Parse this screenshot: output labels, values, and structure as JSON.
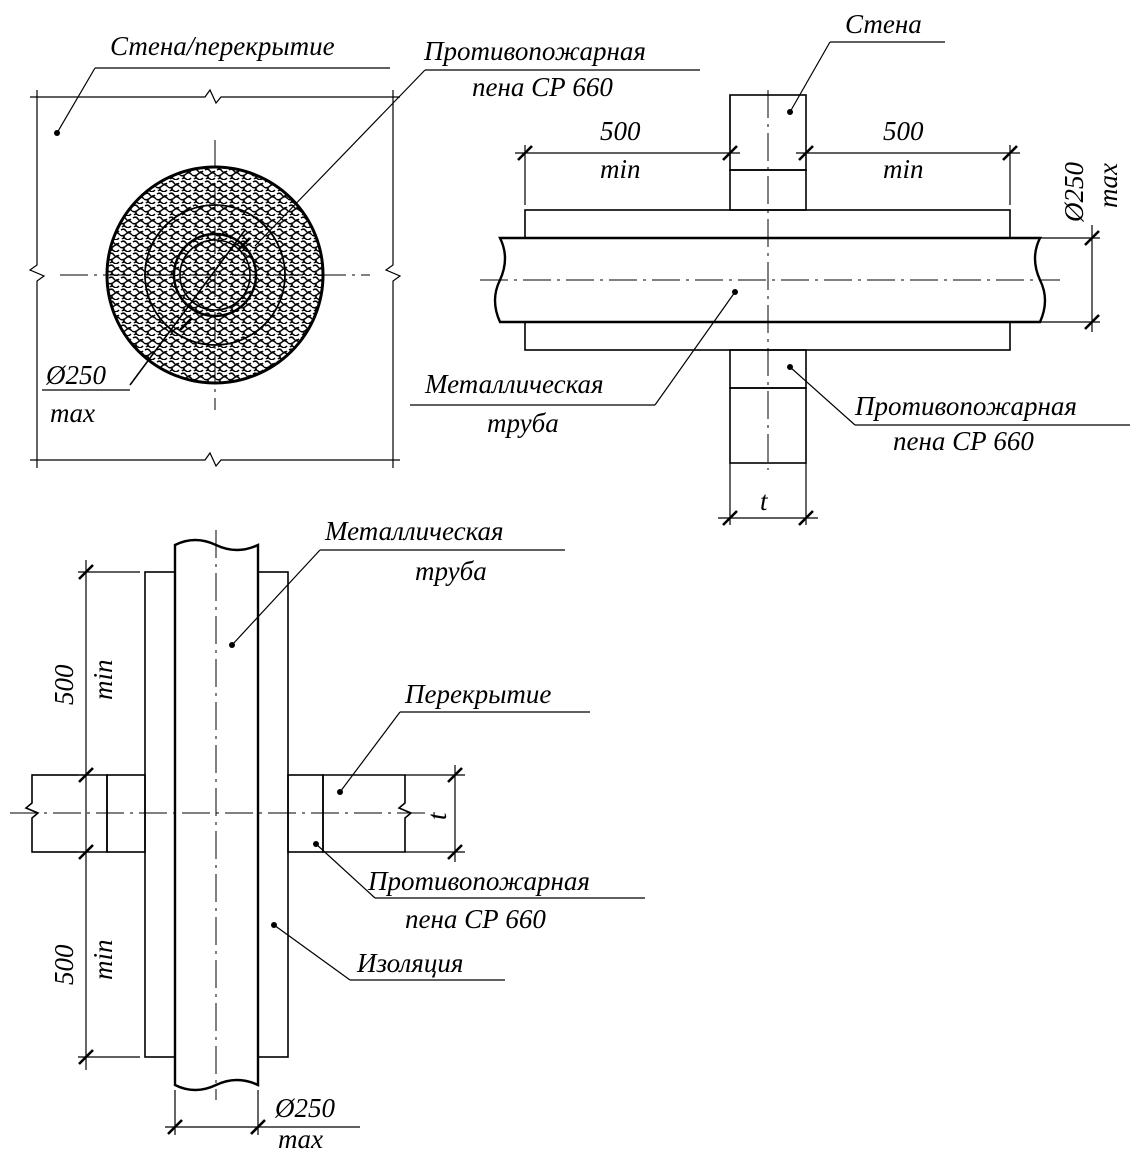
{
  "top_left_view": {
    "wall_floor_label": "Стена/перекрытие",
    "foam_label_1": "Противопожарная",
    "foam_label_2": "пена СР 660",
    "diameter_label": "Ø250",
    "diameter_note": "max"
  },
  "wall_section": {
    "wall_label": "Стена",
    "left_length": "500",
    "left_length_note": "min",
    "right_length": "500",
    "right_length_note": "min",
    "diameter_label": "Ø250",
    "diameter_note": "max",
    "pipe_label_1": "Металлическая",
    "pipe_label_2": "труба",
    "foam_label_1": "Противопожарная",
    "foam_label_2": "пена СР 660",
    "thickness_label": "t"
  },
  "floor_section": {
    "pipe_label_1": "Металлическая",
    "pipe_label_2": "труба",
    "upper_length": "500",
    "upper_length_note": "min",
    "floor_label": "Перекрытие",
    "thickness_label": "t",
    "foam_label_1": "Противопожарная",
    "foam_label_2": "пена СР 660",
    "lower_length": "500",
    "lower_length_note": "min",
    "insulation_label": "Изоляция",
    "diameter_label": "Ø250",
    "diameter_note": "max"
  }
}
